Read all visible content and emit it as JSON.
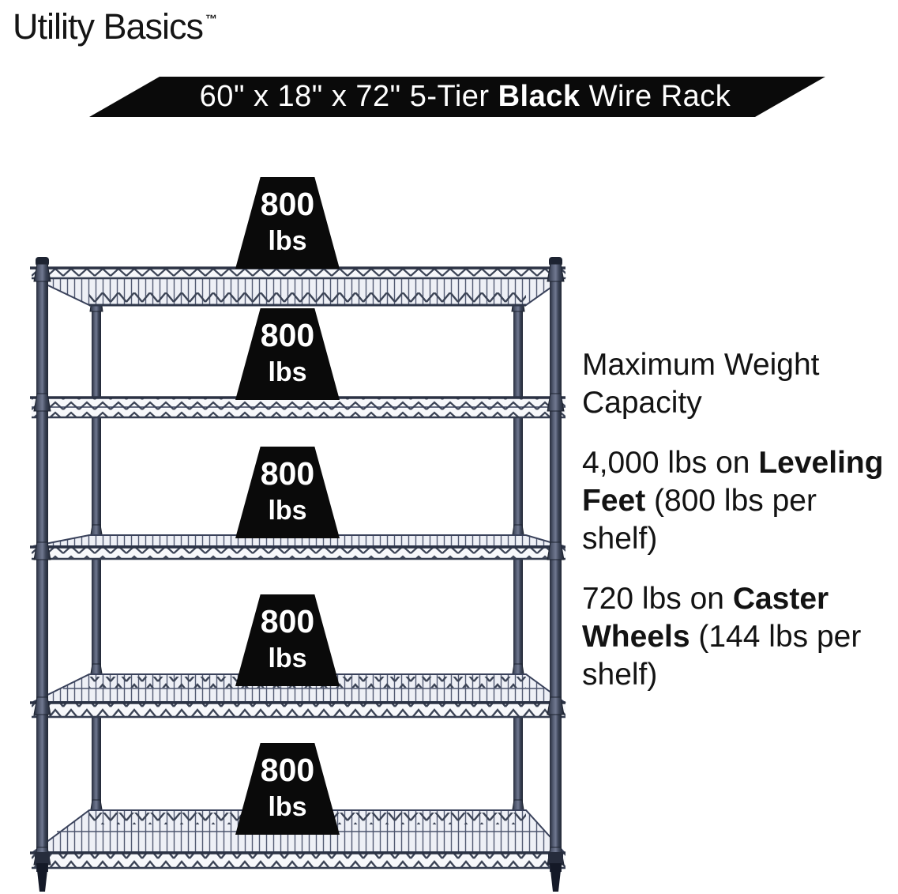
{
  "brand": {
    "name": "Utility Basics",
    "trademark": "™"
  },
  "banner": {
    "prefix": "60\" x 18\" x 72\" 5-Tier ",
    "bold": "Black",
    "suffix": " Wire Rack",
    "bg_color": "#0a0a0a",
    "text_color": "#ffffff"
  },
  "rack": {
    "tiers": 5,
    "color_name": "Black",
    "wire_color": "#3c4456",
    "post_color": "#3a4255"
  },
  "badges": [
    {
      "value": "800",
      "unit": "lbs"
    },
    {
      "value": "800",
      "unit": "lbs"
    },
    {
      "value": "800",
      "unit": "lbs"
    },
    {
      "value": "800",
      "unit": "lbs"
    },
    {
      "value": "800",
      "unit": "lbs"
    }
  ],
  "info": {
    "heading": {
      "line1": "Maximum Weight",
      "line2": "Capacity"
    },
    "leveling": {
      "l1a": "4,000 lbs on ",
      "l1b": "Leveling",
      "l2a": "Feet",
      "l2b": " (800 lbs per",
      "l3": "shelf)"
    },
    "caster": {
      "l1a": "720 lbs on ",
      "l1b": "Caster",
      "l2a": "Wheels",
      "l2b": " (144 lbs per",
      "l3": "shelf)"
    }
  }
}
